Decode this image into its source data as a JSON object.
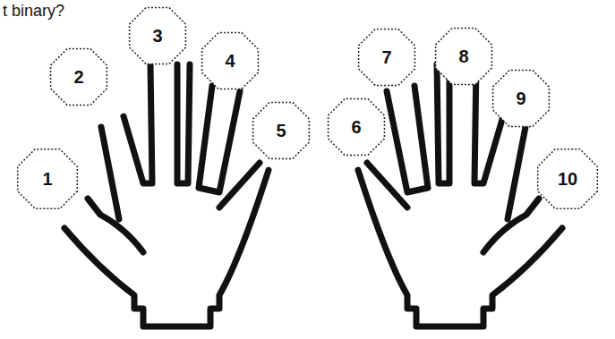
{
  "diagram": {
    "nodes": [
      {
        "text": [
          "1"
        ]
      },
      {
        "text": [
          "2"
        ]
      },
      {
        "text": [
          "3"
        ]
      },
      {
        "text": [
          "4"
        ]
      },
      {
        "text": [
          "5"
        ]
      },
      {
        "text": [
          "6"
        ]
      },
      {
        "text": [
          "7"
        ]
      },
      {
        "text": [
          "8"
        ]
      },
      {
        "text": [
          "9"
        ]
      },
      {
        "text": [
          "10"
        ]
      }
    ],
    "labels": [
      "t binary?"
    ]
  }
}
